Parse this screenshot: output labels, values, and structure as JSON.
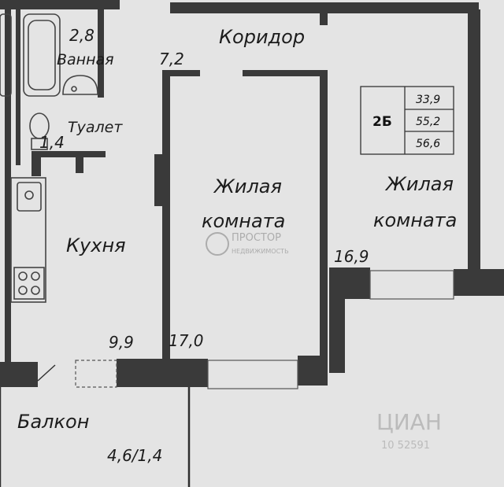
{
  "rooms": {
    "bathroom": {
      "label": "Ванная",
      "area": "2,8"
    },
    "toilet": {
      "label": "Туалет",
      "area": "1,4"
    },
    "corridor": {
      "label": "Коридор",
      "area": "7,2"
    },
    "kitchen": {
      "label": "Кухня",
      "area": "9,9"
    },
    "living1": {
      "line1": "Жилая",
      "line2": "комната",
      "area": "17,0"
    },
    "living2": {
      "line1": "Жилая",
      "line2": "комната",
      "area": "16,9"
    },
    "balcony": {
      "label": "Балкон",
      "area": "4,6/1,4"
    }
  },
  "apartment": {
    "type": "2Б",
    "areas": [
      "33,9",
      "55,2",
      "56,6"
    ]
  },
  "watermarks": {
    "brand": "ПРОСТОР",
    "brand_sub": "НЕДВИЖИМОСТЬ",
    "avito": "ЦИАН",
    "avito_id": "10 52591"
  },
  "colors": {
    "background": "#e4e4e4",
    "wall": "#3a3a3a",
    "text": "#1c1c1c"
  }
}
